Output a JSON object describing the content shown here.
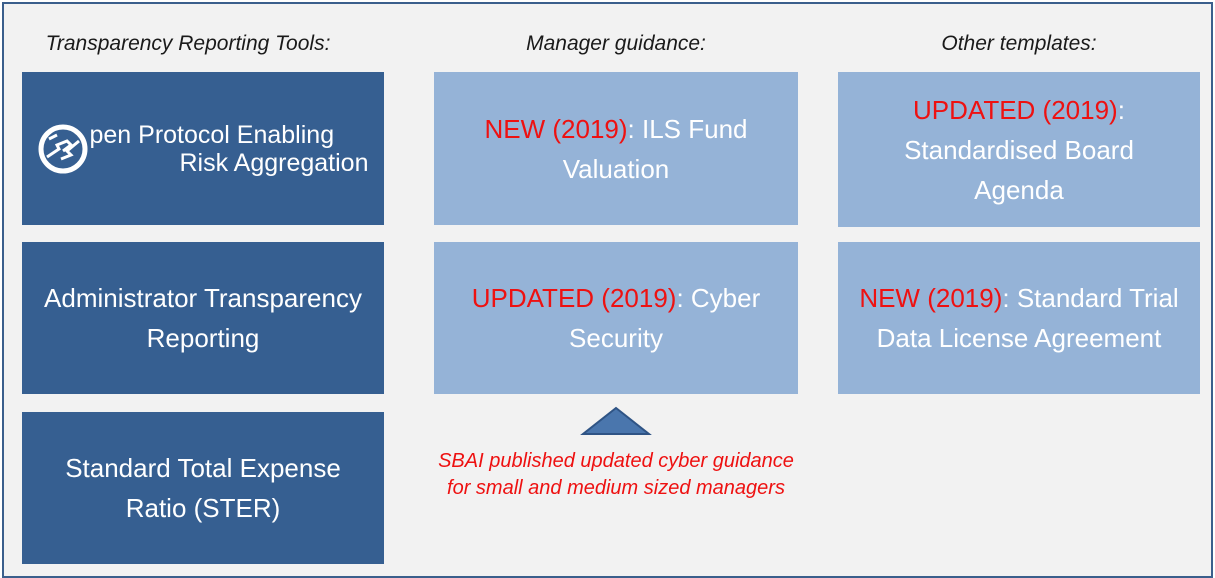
{
  "columns": {
    "left_header": "Transparency Reporting Tools:",
    "middle_header": "Manager guidance:",
    "right_header": "Other templates:"
  },
  "left": {
    "openpera_logo": {
      "icon": "hand-circle-logo-icon",
      "line1": "pen Protocol Enabling",
      "line2": "Risk Aggregation"
    },
    "admin_tile": "Administrator Transparency Reporting",
    "ster_tile": "Standard Total Expense Ratio (STER)"
  },
  "middle": {
    "ils": {
      "tag": "NEW (2019)",
      "sep": ":",
      "title": " ILS Fund Valuation"
    },
    "cyber": {
      "tag": "UPDATED (2019)",
      "sep": ":",
      "title": " Cyber Security"
    },
    "callout": "SBAI published updated cyber guidance for small and medium sized managers"
  },
  "right": {
    "board": {
      "tag": "UPDATED (2019)",
      "sep": ":",
      "title": "Standardised Board Agenda"
    },
    "trial": {
      "tag": "NEW (2019)",
      "sep": ":",
      "title": " Standard Trial Data License Agreement"
    }
  },
  "colors": {
    "dark_tile": "#365f91",
    "light_tile": "#95b3d7",
    "highlight": "#ee1111",
    "arrow": "#365f91"
  }
}
